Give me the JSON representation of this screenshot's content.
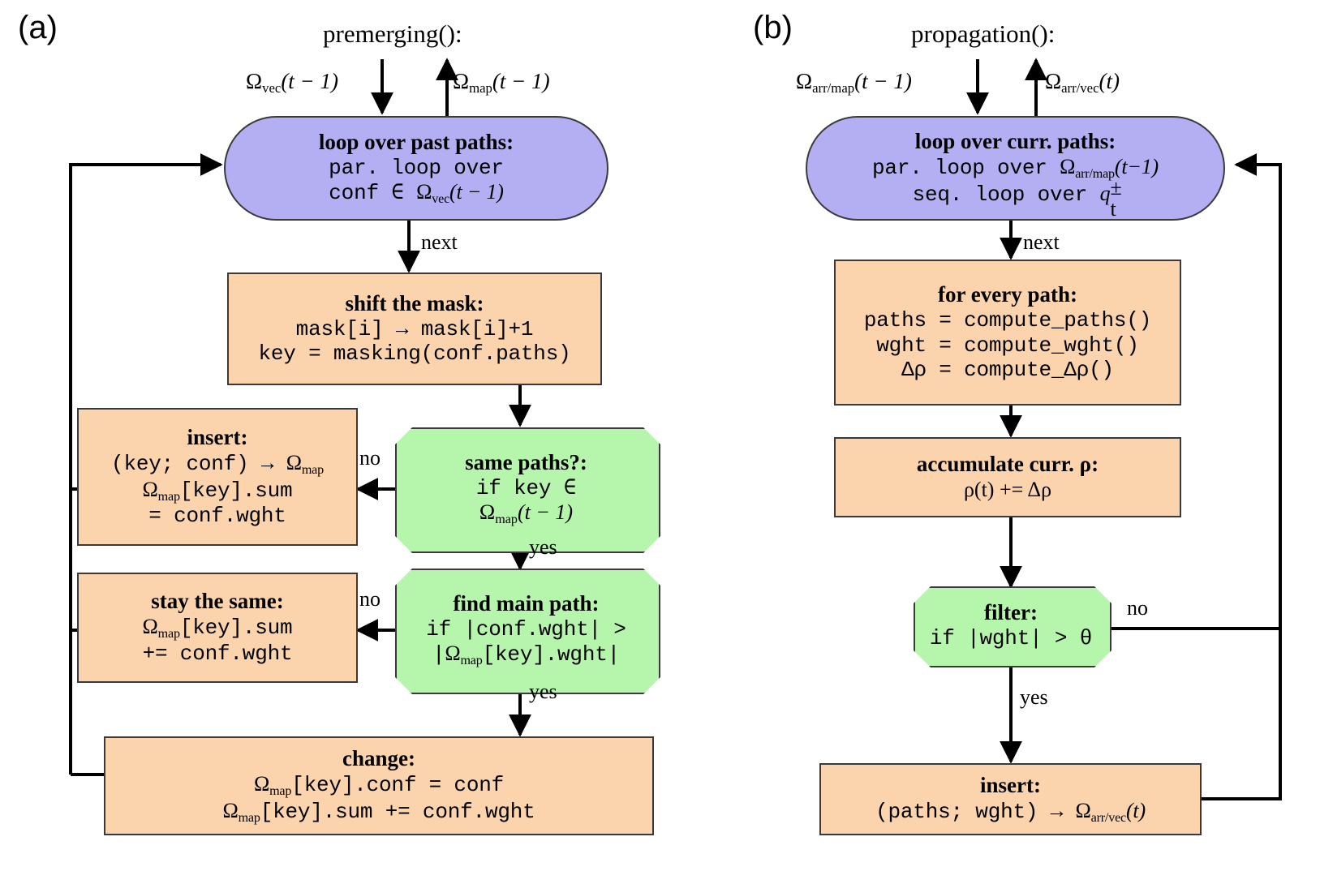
{
  "figure": {
    "type": "flowchart",
    "panels": [
      {
        "id": "a",
        "label": "(a)",
        "title": "premerging():",
        "input_arrow_label": "Ω_vec(t − 1)",
        "output_arrow_label": "Ω_map(t − 1)",
        "nodes": [
          {
            "id": "loop-past-paths",
            "shape": "stadium",
            "color": "#b3aff2",
            "header": "loop over past paths:",
            "lines": [
              "par. loop over",
              "conf ∈ Ω_vec(t − 1)"
            ]
          },
          {
            "id": "shift-mask",
            "shape": "rect",
            "color": "#fbd4ae",
            "header": "shift the mask:",
            "lines": [
              "mask[i] → mask[i]+1",
              "key = masking(conf.paths)"
            ]
          },
          {
            "id": "same-paths",
            "shape": "octagon",
            "color": "#b6f5ac",
            "header": "same paths?:",
            "lines": [
              "if key ∈",
              "Ω_map(t − 1)"
            ]
          },
          {
            "id": "insert",
            "shape": "rect",
            "color": "#fbd4ae",
            "header": "insert:",
            "lines": [
              "(key; conf) → Ω_map",
              "Ω_map[key].sum",
              "= conf.wght"
            ]
          },
          {
            "id": "find-main-path",
            "shape": "octagon",
            "color": "#b6f5ac",
            "header": "find main path:",
            "lines": [
              "if |conf.wght| >",
              "|Ω_map[key].wght|"
            ]
          },
          {
            "id": "stay-the-same",
            "shape": "rect",
            "color": "#fbd4ae",
            "header": "stay the same:",
            "lines": [
              "Ω_map[key].sum",
              "+= conf.wght"
            ]
          },
          {
            "id": "change",
            "shape": "rect",
            "color": "#fbd4ae",
            "header": "change:",
            "lines": [
              "Ω_map[key].conf = conf",
              "Ω_map[key].sum += conf.wght"
            ]
          }
        ],
        "edge_labels": [
          "next",
          "no",
          "yes",
          "no",
          "yes"
        ]
      },
      {
        "id": "b",
        "label": "(b)",
        "title": "propagation():",
        "input_arrow_label": "Ω_arr/map(t − 1)",
        "output_arrow_label": "Ω_arr/vec(t)",
        "nodes": [
          {
            "id": "loop-curr-paths",
            "shape": "stadium",
            "color": "#b3aff2",
            "header": "loop over curr. paths:",
            "lines": [
              "par. loop over Ω_arr/map(t−1)",
              "seq. loop over q_t^±"
            ]
          },
          {
            "id": "for-every-path",
            "shape": "rect",
            "color": "#fbd4ae",
            "header": "for every path:",
            "lines": [
              "paths = compute_paths()",
              "wght = compute_wght()",
              "Δρ = compute_Δρ()"
            ]
          },
          {
            "id": "accumulate-curr",
            "shape": "rect",
            "color": "#fbd4ae",
            "header": "accumulate curr. ρ:",
            "lines": [
              "ρ(t) += Δρ"
            ]
          },
          {
            "id": "filter",
            "shape": "octagon",
            "color": "#b6f5ac",
            "header": "filter:",
            "lines": [
              "if |wght| > θ"
            ]
          },
          {
            "id": "insert-b",
            "shape": "rect",
            "color": "#fbd4ae",
            "header": "insert:",
            "lines": [
              "(paths; wght) → Ω_arr/vec(t)"
            ]
          }
        ],
        "edge_labels": [
          "next",
          "no",
          "yes"
        ]
      }
    ],
    "colors": {
      "loop": "#b3aff2",
      "process": "#fbd4ae",
      "decision": "#b6f5ac",
      "stroke": "#3a3a3a",
      "arrow": "#000000",
      "background": "#ffffff"
    }
  },
  "a": {
    "label": "(a)",
    "title": "premerging():",
    "in_lbl_base": "Ω",
    "in_lbl_sub": "vec",
    "in_lbl_tail": "(t − 1)",
    "out_lbl_base": "Ω",
    "out_lbl_sub": "map",
    "out_lbl_tail": "(t − 1)",
    "loop": {
      "header": "loop over past paths:",
      "l1": "par. loop over",
      "l2a": "conf ∈ ",
      "l2b": "Ω",
      "l2sub": "vec",
      "l2c": "(t − 1)"
    },
    "shift": {
      "header": "shift the mask:",
      "l1": "mask[i] → mask[i]+1",
      "l2": "key = masking(conf.paths)"
    },
    "same": {
      "header": "same paths?:",
      "l1": "if key ∈",
      "l2a": "Ω",
      "l2sub": "map",
      "l2b": "(t − 1)"
    },
    "insert": {
      "header": "insert:",
      "l1a": "(key; conf) → ",
      "l1b": "Ω",
      "l1sub": "map",
      "l2a": "Ω",
      "l2sub": "map",
      "l2b": "[key].sum",
      "l3": "= conf.wght"
    },
    "find": {
      "header": "find main path:",
      "l1": "if |conf.wght| >",
      "l2a": "|",
      "l2b": "Ω",
      "l2sub": "map",
      "l2c": "[key].wght|"
    },
    "stay": {
      "header": "stay the same:",
      "l1a": "Ω",
      "l1sub": "map",
      "l1b": "[key].sum",
      "l2": "+= conf.wght"
    },
    "change": {
      "header": "change:",
      "l1a": "Ω",
      "l1sub": "map",
      "l1b": "[key].conf = conf",
      "l2a": "Ω",
      "l2sub": "map",
      "l2b": "[key].sum += conf.wght"
    },
    "e_next": "next",
    "e_no1": "no",
    "e_yes1": "yes",
    "e_no2": "no",
    "e_yes2": "yes"
  },
  "b": {
    "label": "(b)",
    "title": "propagation():",
    "in_lbl_base": "Ω",
    "in_lbl_sub": "arr/map",
    "in_lbl_tail": "(t − 1)",
    "out_lbl_base": "Ω",
    "out_lbl_sub": "arr/vec",
    "out_lbl_tail": "(t)",
    "loop": {
      "header": "loop over curr. paths:",
      "l1a": "par. loop over ",
      "l1b": "Ω",
      "l1sub": "arr/map",
      "l1c": "(t−1)",
      "l2a": "seq. loop over ",
      "l2b": "q",
      "l2sub": "t",
      "l2sup": "±"
    },
    "every": {
      "header": "for every path:",
      "l1": "paths = compute_paths()",
      "l2": "wght = compute_wght()",
      "l3a": "Δρ = compute_",
      "l3b": "Δρ()"
    },
    "acc": {
      "header": "accumulate curr. ρ:",
      "l1": "ρ(t) += Δρ"
    },
    "filter": {
      "header": "filter:",
      "l1": "if |wght| > θ"
    },
    "insert": {
      "header": "insert:",
      "l1a": "(paths; wght) → ",
      "l1b": "Ω",
      "l1sub": "arr/vec",
      "l1c": "(t)"
    },
    "e_next": "next",
    "e_no": "no",
    "e_yes": "yes"
  }
}
